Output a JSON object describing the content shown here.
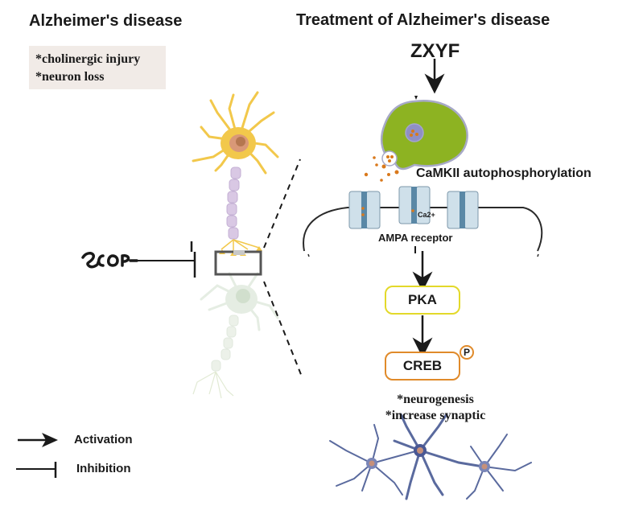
{
  "left_panel": {
    "title": "Alzheimer's disease",
    "symptoms": [
      "*cholinergic injury",
      "*neuron loss"
    ],
    "inhibitor_icon": "scopolamine-structure-icon"
  },
  "right_panel": {
    "title": "Treatment of Alzheimer's disease",
    "drug": "ZXYF",
    "cell_icon": "presynaptic-cell-icon",
    "process_label": "CaMKII autophosphorylation",
    "ion_label": "Ca2+",
    "receptor_label": "AMPA receptor",
    "pathway": [
      {
        "label": "PKA",
        "color": "#e3d92a"
      },
      {
        "label": "CREB",
        "color": "#e08a2a"
      }
    ],
    "phospho_badge": "P",
    "outcomes": [
      "*neurogenesis",
      "*increase synaptic"
    ]
  },
  "legend": {
    "items": [
      {
        "icon": "activation-arrow-icon",
        "label": "Activation"
      },
      {
        "icon": "inhibition-bar-icon",
        "label": "Inhibition"
      }
    ]
  },
  "colors": {
    "cell_green": "#8db322",
    "neuron_yellow": "#f2c84b",
    "axon_lilac": "#d9c8e4",
    "faded_neuron": "#e3ece0",
    "channel_blue": "#cfe0ea",
    "channel_core": "#5a88a6",
    "dot_orange": "#d9791c",
    "network_blue": "#5a6a9e"
  }
}
